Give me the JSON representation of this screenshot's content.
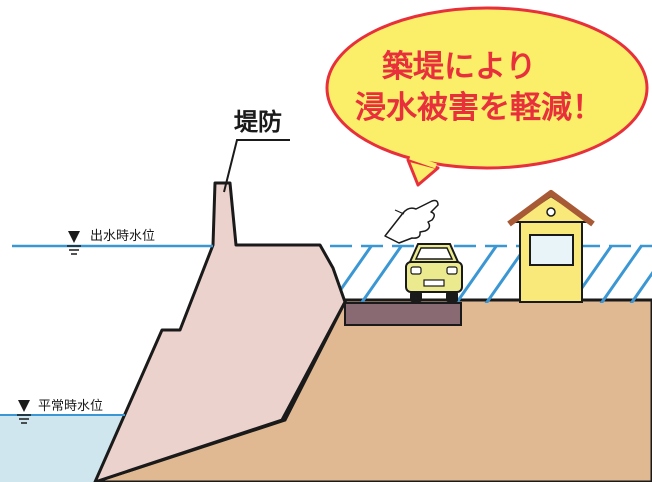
{
  "labels": {
    "levee": "堤防",
    "flood_water_level": "出水時水位",
    "normal_water_level": "平常時水位",
    "callout_line1": "築堤により",
    "callout_line2": "浸水被害を軽減！"
  },
  "colors": {
    "river_water": "#cfe6ef",
    "levee_face": "#ecd2cd",
    "ground": "#e0b992",
    "outline": "#1a1a1a",
    "flood_line": "#3b97d3",
    "callout_fill": "#fbef6a",
    "callout_outline": "#e8303c",
    "callout_text": "#e8303c",
    "road": "#8a6a72",
    "car": "#ecea8e",
    "house_wall": "#f8e97a",
    "house_roof": "#a85a36"
  },
  "icons": [
    "water-level-marker-icon",
    "pointing-hand-icon",
    "car-icon",
    "house-icon"
  ]
}
